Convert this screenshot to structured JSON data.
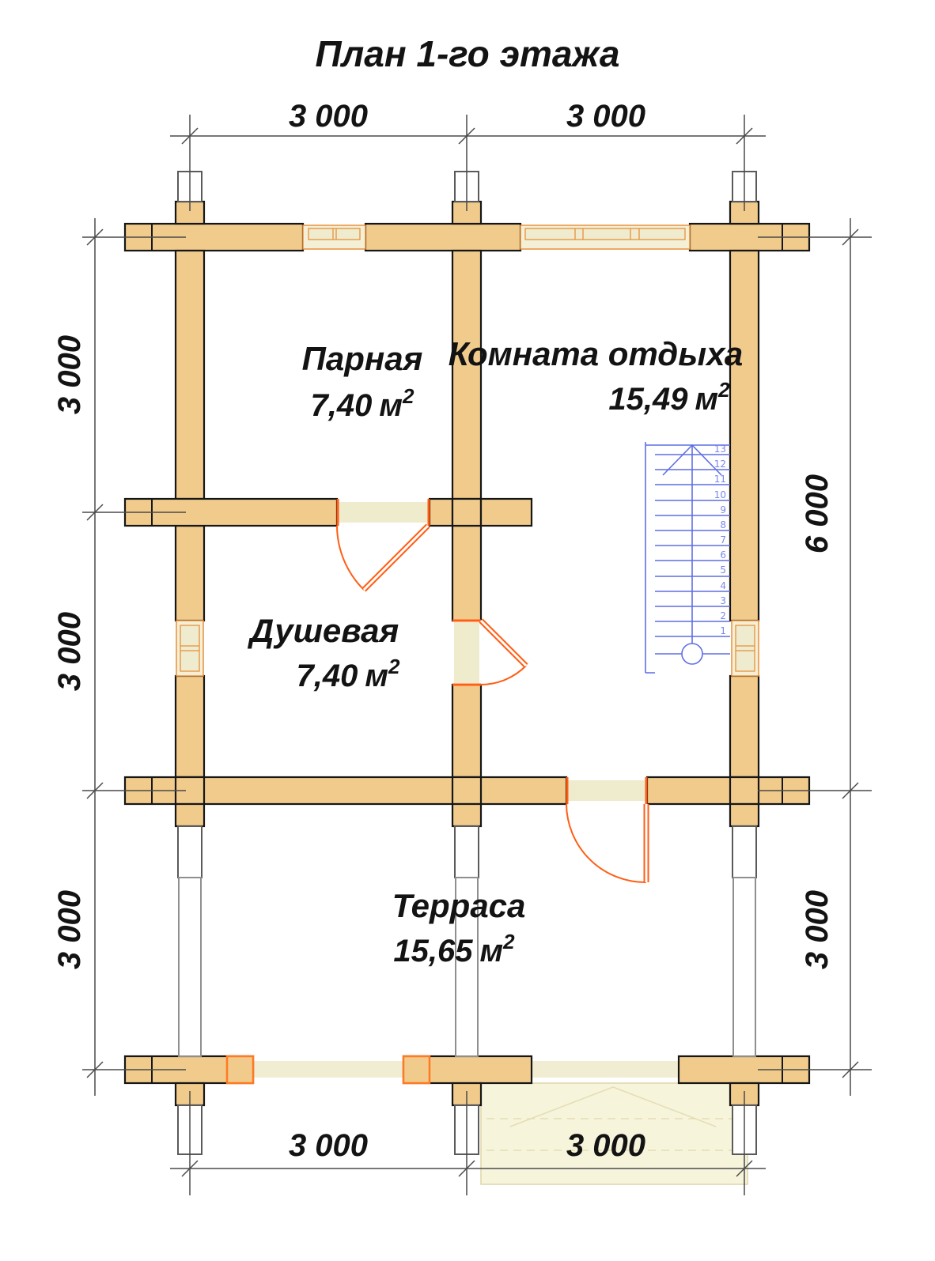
{
  "title": "План 1-го этажа",
  "rooms": [
    {
      "name": "Парная",
      "area_value": "7,40",
      "area_unit": "м",
      "area_sup": "2"
    },
    {
      "name": "Комната отдыха",
      "area_value": "15,49",
      "area_unit": "м",
      "area_sup": "2"
    },
    {
      "name": "Душевая",
      "area_value": "7,40",
      "area_unit": "м",
      "area_sup": "2"
    },
    {
      "name": "Терраса",
      "area_value": "15,65",
      "area_unit": "м",
      "area_sup": "2"
    }
  ],
  "dimensions": {
    "top": [
      "3 000",
      "3 000"
    ],
    "bottom": [
      "3 000",
      "3 000"
    ],
    "left": [
      "3 000",
      "3 000",
      "3 000"
    ],
    "right": [
      "6 000",
      "3 000"
    ]
  },
  "stairs": {
    "steps": [
      "1",
      "2",
      "3",
      "4",
      "5",
      "6",
      "7",
      "8",
      "9",
      "10",
      "11",
      "12",
      "13"
    ]
  },
  "colors": {
    "wall_fill": "#F0CB8C",
    "wall_outline": "#161616",
    "window_fill": "#F4F0D8",
    "frame_orange": "#E8913A",
    "door_orange": "#FF5E14",
    "stair_blue": "#5F6FE2",
    "dimension_gray": "#4A4A4A",
    "railing_fill": "#F0EDD2",
    "deck_fill": "#F7F4DC",
    "post_stroke": "#8F8F8F",
    "text_color": "#131313"
  }
}
